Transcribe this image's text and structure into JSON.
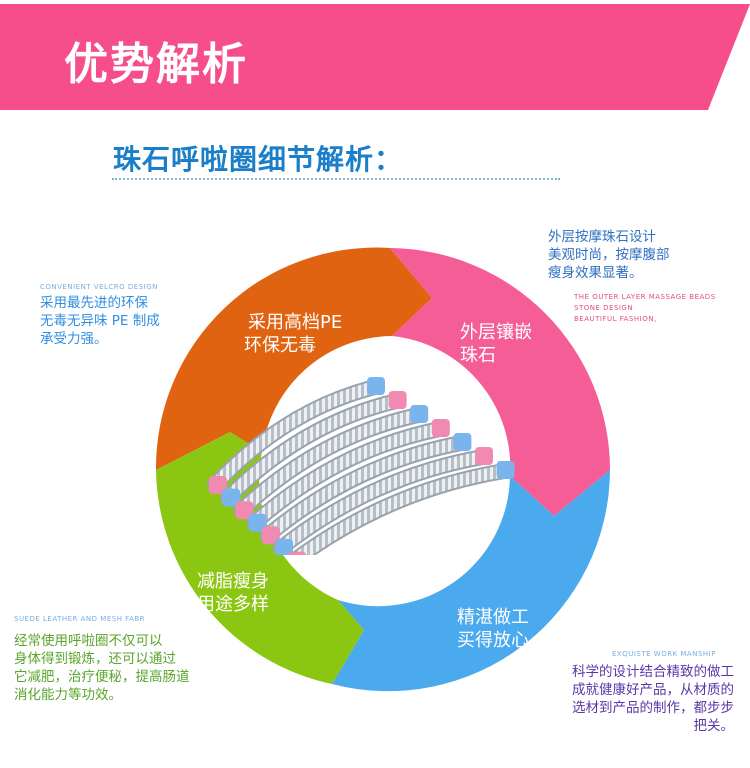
{
  "header": {
    "title": "优势解析",
    "banner_color": "#f64e8b"
  },
  "section": {
    "title": "珠石呼啦圈细节解析："
  },
  "segments": [
    {
      "id": "orange",
      "color": "#e06312",
      "text": [
        "采用高档PE",
        "环保无毒"
      ]
    },
    {
      "id": "pink",
      "color": "#f45d96",
      "text": [
        "外层镶嵌",
        "珠石"
      ]
    },
    {
      "id": "blue",
      "color": "#4ba9ee",
      "text": [
        "精湛做工",
        "买得放心"
      ]
    },
    {
      "id": "green",
      "color": "#8bc712",
      "text": [
        "减脂瘦身",
        "用途多样"
      ]
    }
  ],
  "notes": {
    "top_left": {
      "en": "CONVENIENT VELCRO DESIGN",
      "cn": [
        "采用最先进的环保",
        "无毒无异味  PE 制成",
        "承受力强。"
      ]
    },
    "top_right": {
      "cn": [
        "外层按摩珠石设计",
        "美观时尚，按摩腹部",
        "瘦身效果显著。"
      ],
      "en": [
        "THE OUTER LAYER MASSAGE BEADS",
        "STONE DESIGN",
        "BEAUTIFUL FASHION,"
      ]
    },
    "bottom_left": {
      "en": "SUEDE LEATHER AND MESH FABR",
      "cn": [
        "经常使用呼啦圈不仅可以",
        "身体得到锻炼，还可以通过",
        "它减肥，治疗便秘，提高肠道",
        "消化能力等功效。"
      ]
    },
    "bottom_right": {
      "en": "EXQUISTE WORK MANSHIP",
      "cn": [
        "科学的设计结合精致的做工",
        "成就健康好产品，从材质的",
        "选材到产品的制作，都步步",
        "把关。"
      ]
    }
  },
  "product": {
    "pink": "#f08ab0",
    "blue": "#7ab4ec",
    "silver": "#c9cfd6"
  }
}
